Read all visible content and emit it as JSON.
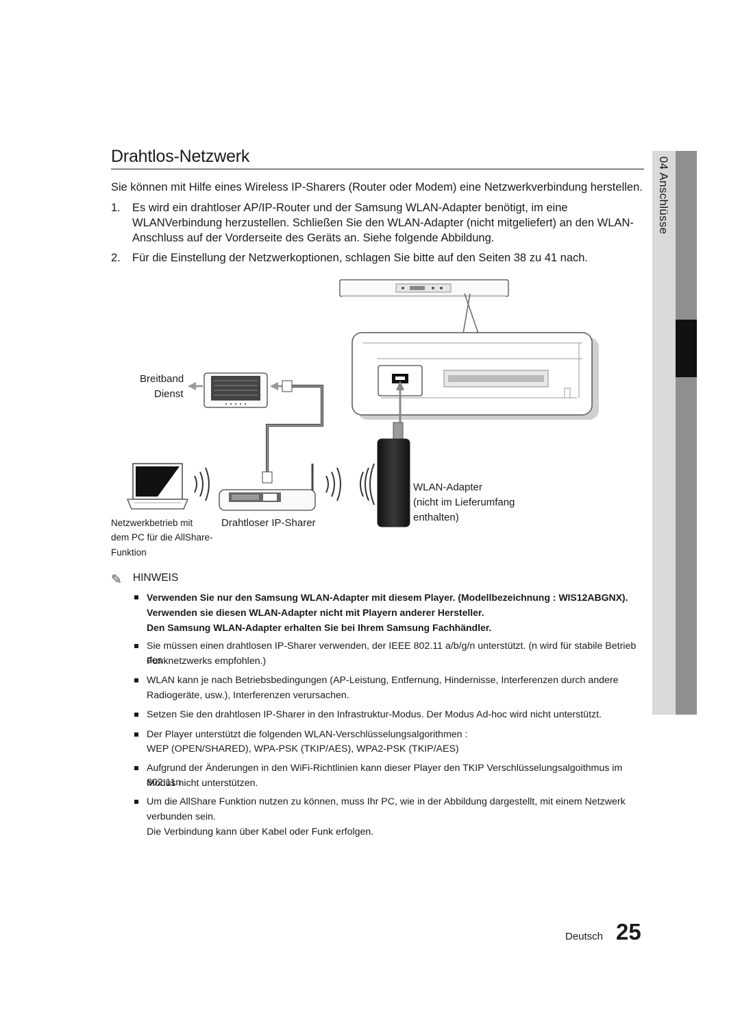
{
  "title": "Drahtlos-Netzwerk",
  "intro": "Sie können mit Hilfe eines Wireless IP-Sharers (Router oder Modem) eine Netzwerkverbindung herstellen.",
  "steps": [
    {
      "num": "1.",
      "text": "Es wird ein drahtloser AP/IP-Router und der Samsung WLAN-Adapter benötigt, im eine WLANVerbindung herzustellen. Schließen Sie den WLAN-Adapter (nicht mitgeliefert) an den WLAN-Anschluss auf der Vorderseite des Geräts an. Siehe folgende Abbildung."
    },
    {
      "num": "2.",
      "text": "Für die Einstellung der Netzwerkoptionen, schlagen Sie bitte auf den Seiten 38 zu 41 nach."
    }
  ],
  "diagram": {
    "broadband_line1": "Breitband",
    "broadband_line2": "Dienst",
    "laptop_line1": "Netzwerkbetrieb mit",
    "laptop_line2": "dem PC für die AllShare-",
    "laptop_line3": "Funktion",
    "router_label": "Drahtloser IP-Sharer",
    "adapter_line1": "WLAN-Adapter",
    "adapter_line2": "(nicht im Lieferumfang",
    "adapter_line3": "enthalten)"
  },
  "hinweis": "HINWEIS",
  "notes": {
    "n1_l1": "Verwenden Sie nur den Samsung WLAN-Adapter mit diesem Player. (Modellbezeichnung : WIS12ABGNX).",
    "n1_l2": "Verwenden sie diesen WLAN-Adapter nicht mit Playern anderer Hersteller.",
    "n1_l3": "Den Samsung WLAN-Adapter erhalten Sie bei Ihrem Samsung Fachhändler.",
    "n2_l1": "Sie müssen einen drahtlosen IP-Sharer verwenden, der IEEE 802.11 a/b/g/n unterstützt. (n wird für stabile Betrieb des",
    "n2_l2": "Funknetzwerks empfohlen.)",
    "n3_l1": "WLAN kann je nach Betriebsbedingungen (AP-Leistung, Entfernung, Hindernisse, Interferenzen durch andere",
    "n3_l2": "Radiogeräte, usw.), Interferenzen verursachen.",
    "n4_l1": "Setzen Sie den drahtlosen IP-Sharer in den Infrastruktur-Modus. Der Modus Ad-hoc wird nicht unterstützt.",
    "n5_l1": "Der Player unterstützt die folgenden WLAN-Verschlüsselungsalgorithmen :",
    "n5_l2": "WEP (OPEN/SHARED), WPA-PSK (TKIP/AES), WPA2-PSK (TKIP/AES)",
    "n6_l1": "Aufgrund der Änderungen in den WiFi-Richtlinien kann dieser Player den TKIP Verschlüsselungsalgoithmus im 802.11n",
    "n6_l2": "Modus nicht unterstützen.",
    "n7_l1": "Um die AllShare Funktion nutzen zu können, muss Ihr PC, wie in der Abbildung dargestellt, mit einem Netzwerk",
    "n7_l2": "verbunden sein.",
    "n7_l3": "Die Verbindung kann über Kabel oder Funk erfolgen."
  },
  "side_tab": "04  Anschlüsse",
  "footer": {
    "language": "Deutsch",
    "page": "25"
  }
}
